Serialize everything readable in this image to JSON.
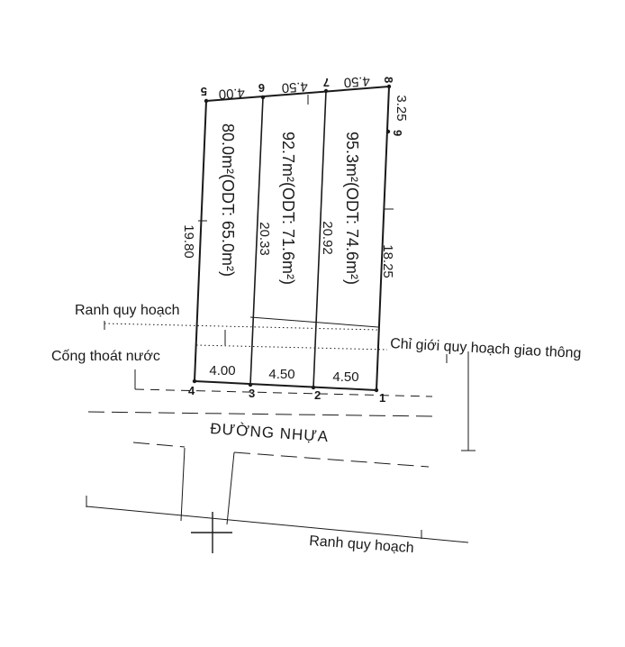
{
  "labels": {
    "ranh_quy_hoach_top": "Ranh quy hoạch",
    "ranh_quy_hoach_bottom": "Ranh quy hoạch",
    "cong_thoat_nuoc": "Cống thoát nước",
    "chi_gioi": "Chỉ giới quy hoạch giao thông",
    "duong_nhua": "ĐƯỜNG NHỰA"
  },
  "points": [
    "1",
    "2",
    "3",
    "4",
    "5",
    "6",
    "7",
    "8",
    "9"
  ],
  "dimensions": {
    "top_5_6": "4.00",
    "top_6_7": "4.50",
    "top_7_8": "4.50",
    "right_8_9": "3.25",
    "right_9_1": "18.25",
    "left_4_5": "19.80",
    "mid_3_6": "20.33",
    "mid_2_7": "20.92",
    "bottom_4_3": "4.00",
    "bottom_3_2": "4.50",
    "bottom_2_1": "4.50"
  },
  "lots": [
    {
      "area": "80.0m²(ODT: 65.0m²)"
    },
    {
      "area": "92.7m²(ODT: 71.6m²)"
    },
    {
      "area": "95.3m²(ODT: 74.6m²)"
    }
  ]
}
